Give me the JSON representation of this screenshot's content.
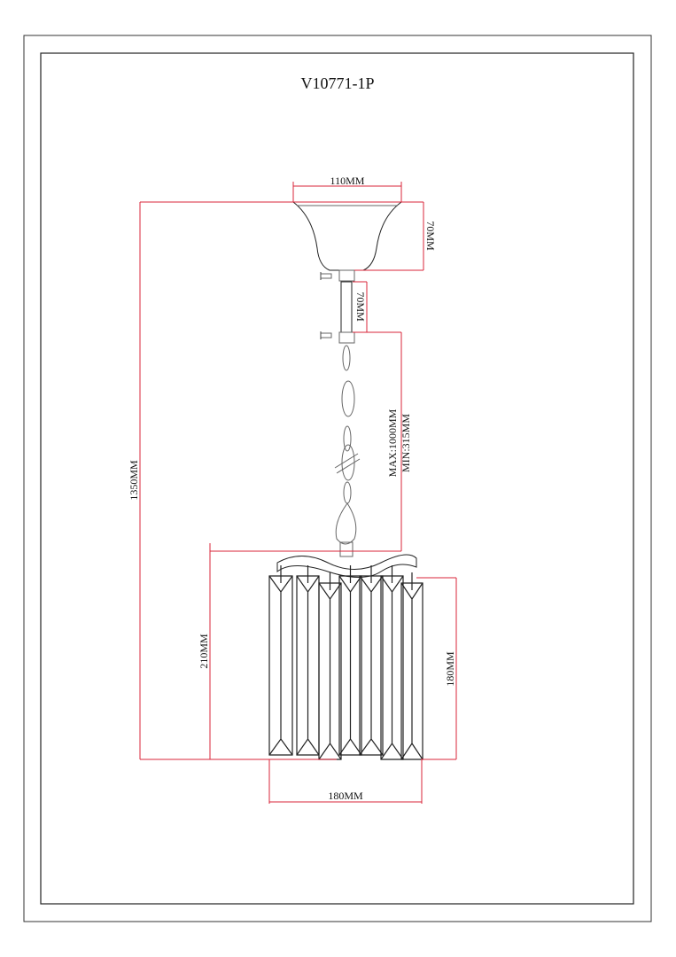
{
  "title": "V10771-1P",
  "dimensions": {
    "canopy_width": "110MM",
    "canopy_height": "70MM",
    "rod_length": "70MM",
    "chain_max": "MAX:1000MM",
    "chain_min": "MIN:315MM",
    "total_height": "1350MM",
    "body_height": "210MM",
    "crystal_height": "180MM",
    "body_width": "180MM"
  },
  "colors": {
    "dimension_line": "#d8243a",
    "drawing_line": "#222222"
  }
}
